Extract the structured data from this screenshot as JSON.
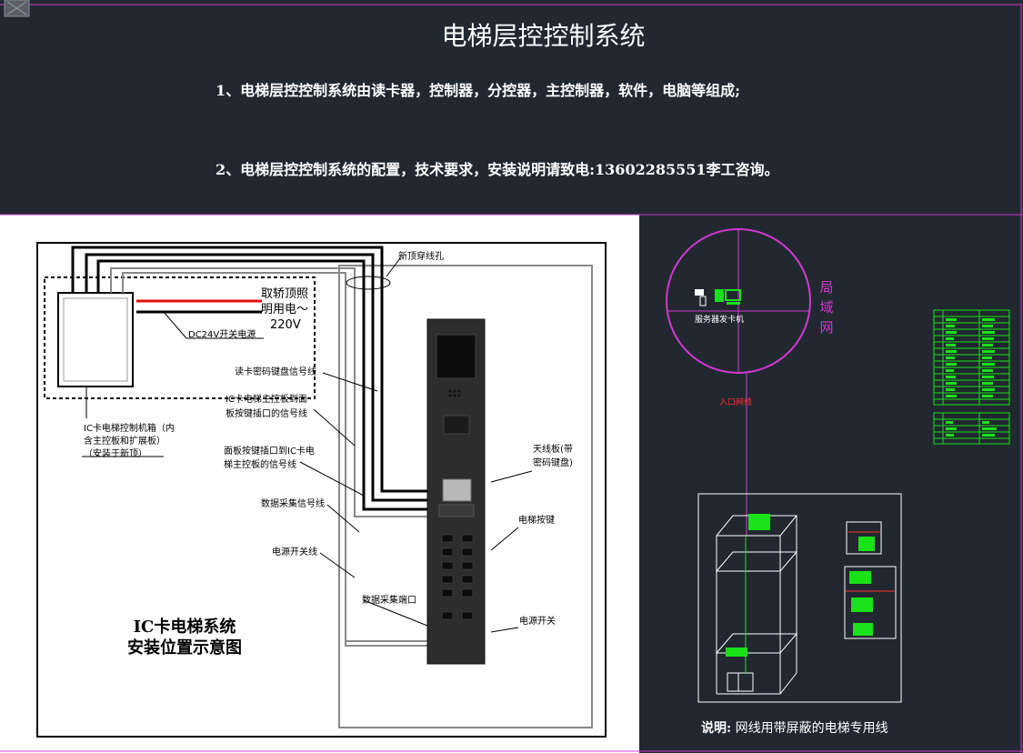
{
  "title": "电梯层控控制系统",
  "description": {
    "line1": "1、电梯层控控制系统由读卡器，控制器，分控器，主控制器，软件，电脑等组成;",
    "line2": "2、电梯层控控制系统的配置，技术要求，安装说明请致电:13602285551李工咨询。"
  },
  "diagram": {
    "title_line1": "IC卡电梯系统",
    "title_line2": "安装位置示意图",
    "labels": {
      "roof_hole": "新顶穿线孔",
      "power_supply_l1": "取轿顶照",
      "power_supply_l2": "明用电～",
      "power_supply_l3": "220V",
      "dc24v": "DC24V开关电源",
      "card_signal": "读卡密码键盘信号线",
      "panel_signal_l1": "IC卡电梯主控板到面",
      "panel_signal_l2": "板按键插口的信号线",
      "panel_to_ic_l1": "面板按键插口到IC卡电",
      "panel_to_ic_l2": "梯主控板的信号线",
      "data_signal": "数据采集信号线",
      "power_switch_wire": "电源开关线",
      "data_port": "数据采集端口",
      "cabinet_l1": "IC卡电梯控制机箱（内",
      "cabinet_l2": "含主控板和扩展板）",
      "cabinet_l3": "（安装于新顶）",
      "antenna_l1": "天线板(带",
      "antenna_l2": "密码键盘)",
      "elevator_button": "电梯按键",
      "power_switch": "电源开关"
    }
  },
  "lan": {
    "label": "局域网",
    "server": "服务器发卡机",
    "access": "入口网线"
  },
  "note": {
    "prefix": "说明:",
    "text": "网线用带屏蔽的电梯专用线"
  },
  "colors": {
    "background": "#212830",
    "magenta": "#d238d2",
    "cad_green": "#19e219",
    "white": "#ffffff"
  }
}
